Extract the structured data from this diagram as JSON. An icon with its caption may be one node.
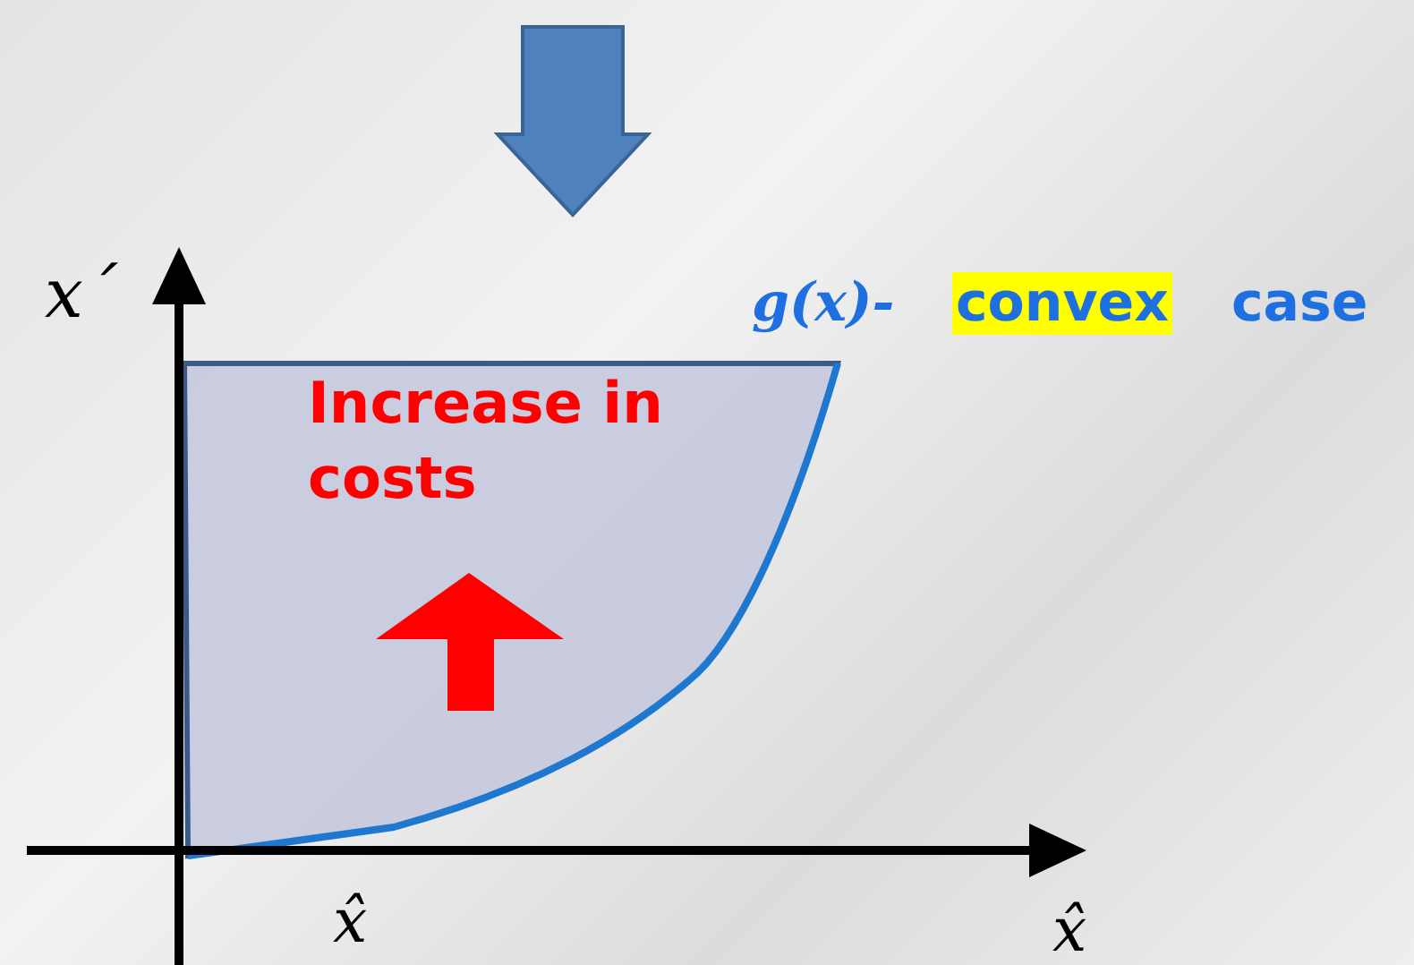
{
  "diagram": {
    "labels": [
      "x´",
      "g(x)-",
      "convex",
      "case",
      "Increase in costs",
      "x̂",
      "x̂"
    ]
  }
}
